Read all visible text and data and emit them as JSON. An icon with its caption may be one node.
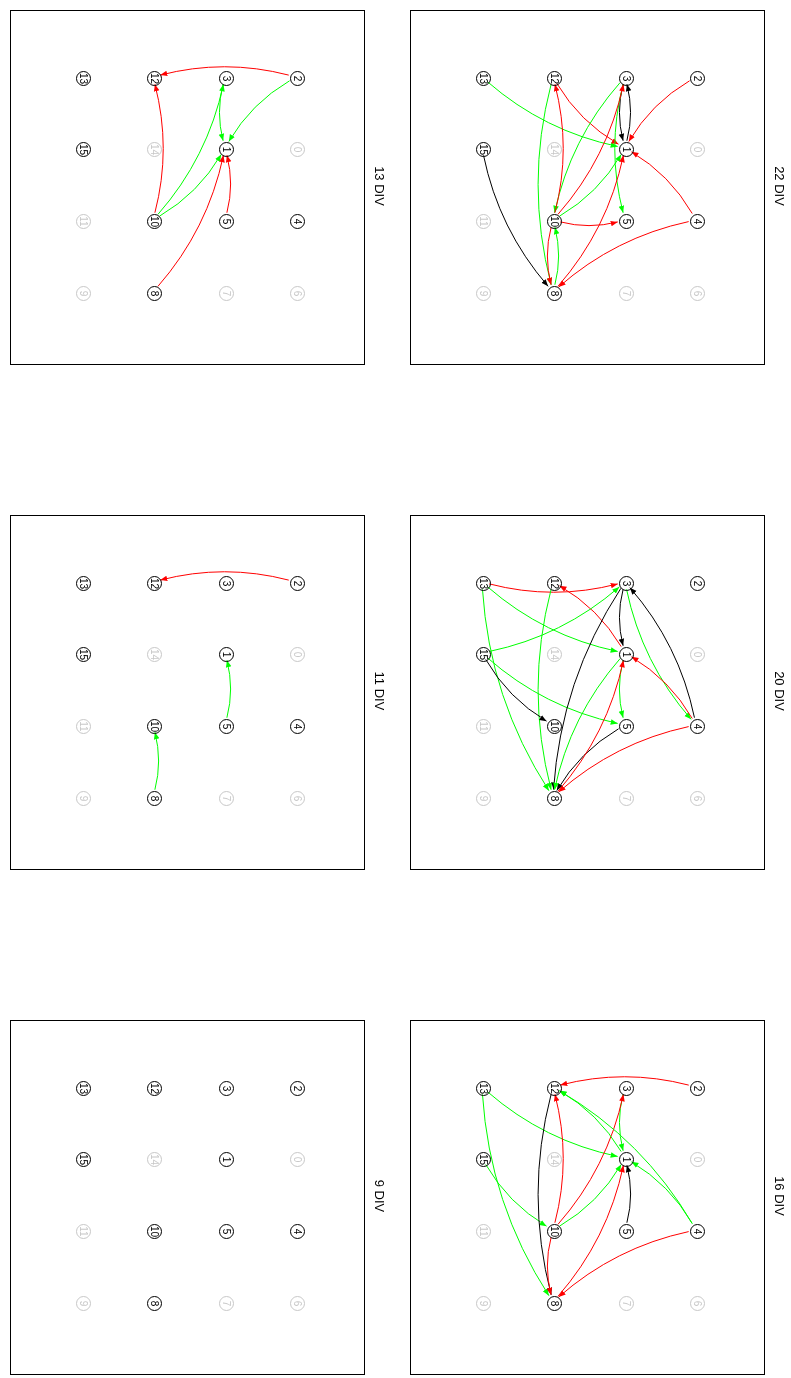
{
  "diagram": {
    "nodes": [
      {
        "text": [
          "13 DIV"
        ]
      },
      {
        "text": [
          "13"
        ],
        "in": 0
      },
      {
        "text": [
          "12"
        ],
        "in": 0
      },
      {
        "text": [
          "3"
        ],
        "in": 0
      },
      {
        "text": [
          "2"
        ],
        "in": 0
      },
      {
        "text": [
          "15"
        ],
        "in": 0
      },
      {
        "text": [
          "14"
        ],
        "in": 0
      },
      {
        "text": [
          "1"
        ],
        "in": 0
      },
      {
        "text": [
          "0"
        ],
        "in": 0
      },
      {
        "text": [
          "11"
        ],
        "in": 0
      },
      {
        "text": [
          "10"
        ],
        "in": 0
      },
      {
        "text": [
          "5"
        ],
        "in": 0
      },
      {
        "text": [
          "4"
        ],
        "in": 0
      },
      {
        "text": [
          "9"
        ],
        "in": 0
      },
      {
        "text": [
          "8"
        ],
        "in": 0
      },
      {
        "text": [
          "7"
        ],
        "in": 0
      },
      {
        "text": [
          "6"
        ],
        "in": 0
      },
      {
        "text": [
          "22 DIV"
        ]
      },
      {
        "text": [
          "13"
        ],
        "in": 17
      },
      {
        "text": [
          "12"
        ],
        "in": 17
      },
      {
        "text": [
          "3"
        ],
        "in": 17
      },
      {
        "text": [
          "2"
        ],
        "in": 17
      },
      {
        "text": [
          "15"
        ],
        "in": 17
      },
      {
        "text": [
          "14"
        ],
        "in": 17
      },
      {
        "text": [
          "1"
        ],
        "in": 17
      },
      {
        "text": [
          "0"
        ],
        "in": 17
      },
      {
        "text": [
          "11"
        ],
        "in": 17
      },
      {
        "text": [
          "10"
        ],
        "in": 17
      },
      {
        "text": [
          "5"
        ],
        "in": 17
      },
      {
        "text": [
          "4"
        ],
        "in": 17
      },
      {
        "text": [
          "9"
        ],
        "in": 17
      },
      {
        "text": [
          "8"
        ],
        "in": 17
      },
      {
        "text": [
          "7"
        ],
        "in": 17
      },
      {
        "text": [
          "6"
        ],
        "in": 17
      },
      {
        "text": [
          "11 DIV"
        ]
      },
      {
        "text": [
          "13"
        ],
        "in": 34
      },
      {
        "text": [
          "12"
        ],
        "in": 34
      },
      {
        "text": [
          "3"
        ],
        "in": 34
      },
      {
        "text": [
          "2"
        ],
        "in": 34
      },
      {
        "text": [
          "15"
        ],
        "in": 34
      },
      {
        "text": [
          "14"
        ],
        "in": 34
      },
      {
        "text": [
          "1"
        ],
        "in": 34
      },
      {
        "text": [
          "0"
        ],
        "in": 34
      },
      {
        "text": [
          "11"
        ],
        "in": 34
      },
      {
        "text": [
          "10"
        ],
        "in": 34
      },
      {
        "text": [
          "5"
        ],
        "in": 34
      },
      {
        "text": [
          "4"
        ],
        "in": 34
      },
      {
        "text": [
          "9"
        ],
        "in": 34
      },
      {
        "text": [
          "8"
        ],
        "in": 34
      },
      {
        "text": [
          "7"
        ],
        "in": 34
      },
      {
        "text": [
          "6"
        ],
        "in": 34
      },
      {
        "text": [
          "20 DIV"
        ]
      },
      {
        "text": [
          "13"
        ],
        "in": 51
      },
      {
        "text": [
          "12"
        ],
        "in": 51
      },
      {
        "text": [
          "3"
        ],
        "in": 51
      },
      {
        "text": [
          "2"
        ],
        "in": 51
      },
      {
        "text": [
          "15"
        ],
        "in": 51
      },
      {
        "text": [
          "14"
        ],
        "in": 51
      },
      {
        "text": [
          "1"
        ],
        "in": 51
      },
      {
        "text": [
          "0"
        ],
        "in": 51
      },
      {
        "text": [
          "11"
        ],
        "in": 51
      },
      {
        "text": [
          "10"
        ],
        "in": 51
      },
      {
        "text": [
          "5"
        ],
        "in": 51
      },
      {
        "text": [
          "4"
        ],
        "in": 51
      },
      {
        "text": [
          "9"
        ],
        "in": 51
      },
      {
        "text": [
          "8"
        ],
        "in": 51
      },
      {
        "text": [
          "7"
        ],
        "in": 51
      },
      {
        "text": [
          "6"
        ],
        "in": 51
      },
      {
        "text": [
          "9 DIV"
        ]
      },
      {
        "text": [
          "13"
        ],
        "in": 68
      },
      {
        "text": [
          "12"
        ],
        "in": 68
      },
      {
        "text": [
          "3"
        ],
        "in": 68
      },
      {
        "text": [
          "2"
        ],
        "in": 68
      },
      {
        "text": [
          "15"
        ],
        "in": 68
      },
      {
        "text": [
          "14"
        ],
        "in": 68
      },
      {
        "text": [
          "1"
        ],
        "in": 68
      },
      {
        "text": [
          "0"
        ],
        "in": 68
      },
      {
        "text": [
          "11"
        ],
        "in": 68
      },
      {
        "text": [
          "10"
        ],
        "in": 68
      },
      {
        "text": [
          "5"
        ],
        "in": 68
      },
      {
        "text": [
          "4"
        ],
        "in": 68
      },
      {
        "text": [
          "9"
        ],
        "in": 68
      },
      {
        "text": [
          "8"
        ],
        "in": 68
      },
      {
        "text": [
          "7"
        ],
        "in": 68
      },
      {
        "text": [
          "6"
        ],
        "in": 68
      },
      {
        "text": [
          "16 DIV"
        ]
      },
      {
        "text": [
          "13"
        ],
        "in": 85
      },
      {
        "text": [
          "12"
        ],
        "in": 85
      },
      {
        "text": [
          "3"
        ],
        "in": 85
      },
      {
        "text": [
          "2"
        ],
        "in": 85
      },
      {
        "text": [
          "15"
        ],
        "in": 85
      },
      {
        "text": [
          "14"
        ],
        "in": 85
      },
      {
        "text": [
          "1"
        ],
        "in": 85
      },
      {
        "text": [
          "0"
        ],
        "in": 85
      },
      {
        "text": [
          "11"
        ],
        "in": 85
      },
      {
        "text": [
          "10"
        ],
        "in": 85
      },
      {
        "text": [
          "5"
        ],
        "in": 85
      },
      {
        "text": [
          "4"
        ],
        "in": 85
      },
      {
        "text": [
          "9"
        ],
        "in": 85
      },
      {
        "text": [
          "8"
        ],
        "in": 85
      },
      {
        "text": [
          "7"
        ],
        "in": 85
      },
      {
        "text": [
          "6"
        ],
        "in": 85
      }
    ],
    "edges": [
      {
        "from": 4,
        "to": 2,
        "arrow": "to",
        "color": "#ff0000"
      },
      {
        "from": 10,
        "to": 2,
        "arrow": "to",
        "color": "#ff0000"
      },
      {
        "from": 10,
        "to": 3,
        "arrow": "to"
      },
      {
        "from": 10,
        "to": 7,
        "arrow": "to"
      },
      {
        "from": 3,
        "to": 7,
        "arrow": "to"
      },
      {
        "from": 4,
        "to": 7,
        "arrow": "to"
      },
      {
        "from": 14,
        "to": 7,
        "arrow": "to",
        "color": "#ff0000"
      },
      {
        "from": 11,
        "to": 7,
        "arrow": "to",
        "color": "#ff0000"
      },
      {
        "from": 18,
        "to": 24,
        "arrow": "to"
      },
      {
        "from": 19,
        "to": 24,
        "arrow": "to",
        "color": "#ff0000"
      },
      {
        "from": 19,
        "to": 31,
        "arrow": "to"
      },
      {
        "from": 21,
        "to": 24,
        "arrow": "to",
        "color": "#ff0000"
      },
      {
        "from": 20,
        "to": 24,
        "arrow": "to",
        "color": "#000000"
      },
      {
        "from": 24,
        "to": 20,
        "arrow": "to",
        "color": "#000000"
      },
      {
        "from": 20,
        "to": 28,
        "arrow": "to"
      },
      {
        "from": 27,
        "to": 20,
        "arrow": "to",
        "color": "#ff0000"
      },
      {
        "from": 20,
        "to": 27,
        "arrow": "to"
      },
      {
        "from": 27,
        "to": 24,
        "arrow": "to"
      },
      {
        "from": 27,
        "to": 28,
        "arrow": "to",
        "color": "#ff0000"
      },
      {
        "from": 27,
        "to": 19,
        "arrow": "to",
        "color": "#ff0000"
      },
      {
        "from": 27,
        "to": 31,
        "arrow": "to",
        "color": "#ff0000"
      },
      {
        "from": 31,
        "to": 27,
        "arrow": "to"
      },
      {
        "from": 31,
        "to": 24,
        "arrow": "to",
        "color": "#ff0000"
      },
      {
        "from": 29,
        "to": 24,
        "arrow": "to",
        "color": "#ff0000"
      },
      {
        "from": 29,
        "to": 31,
        "arrow": "to",
        "color": "#ff0000"
      },
      {
        "from": 22,
        "to": 31,
        "arrow": "to",
        "color": "#000000"
      },
      {
        "from": 38,
        "to": 36,
        "arrow": "to",
        "color": "#ff0000"
      },
      {
        "from": 45,
        "to": 41,
        "arrow": "to"
      },
      {
        "from": 48,
        "to": 44,
        "arrow": "to"
      },
      {
        "from": 52,
        "to": 54,
        "arrow": "to",
        "color": "#ff0000"
      },
      {
        "from": 52,
        "to": 58,
        "arrow": "to"
      },
      {
        "from": 52,
        "to": 65,
        "arrow": "to"
      },
      {
        "from": 53,
        "to": 65,
        "arrow": "to"
      },
      {
        "from": 58,
        "to": 53,
        "arrow": "to",
        "color": "#ff0000"
      },
      {
        "from": 56,
        "to": 54,
        "arrow": "to"
      },
      {
        "from": 56,
        "to": 61,
        "arrow": "to",
        "color": "#000000"
      },
      {
        "from": 56,
        "to": 62,
        "arrow": "to"
      },
      {
        "from": 54,
        "to": 58,
        "arrow": "to",
        "color": "#000000"
      },
      {
        "from": 54,
        "to": 65,
        "arrow": "to",
        "color": "#000000"
      },
      {
        "from": 63,
        "to": 54,
        "arrow": "to",
        "color": "#000000"
      },
      {
        "from": 54,
        "to": 63,
        "arrow": "to"
      },
      {
        "from": 63,
        "to": 58,
        "arrow": "to",
        "color": "#ff0000"
      },
      {
        "from": 63,
        "to": 65,
        "arrow": "to",
        "color": "#ff0000"
      },
      {
        "from": 58,
        "to": 62,
        "arrow": "to"
      },
      {
        "from": 62,
        "to": 65,
        "arrow": "to",
        "color": "#000000"
      },
      {
        "from": 65,
        "to": 58,
        "arrow": "to",
        "color": "#ff0000"
      },
      {
        "from": 58,
        "to": 65,
        "arrow": "to"
      },
      {
        "from": 89,
        "to": 87,
        "arrow": "to",
        "color": "#ff0000"
      },
      {
        "from": 88,
        "to": 92,
        "arrow": "to"
      },
      {
        "from": 86,
        "to": 92,
        "arrow": "to"
      },
      {
        "from": 86,
        "to": 99,
        "arrow": "to"
      },
      {
        "from": 90,
        "to": 95,
        "arrow": "to"
      },
      {
        "from": 95,
        "to": 87,
        "arrow": "to",
        "color": "#ff0000"
      },
      {
        "from": 95,
        "to": 88,
        "arrow": "to",
        "color": "#ff0000"
      },
      {
        "from": 95,
        "to": 92,
        "arrow": "to"
      },
      {
        "from": 87,
        "to": 99,
        "arrow": "to",
        "color": "#000000"
      },
      {
        "from": 95,
        "to": 99,
        "arrow": "to",
        "color": "#ff0000"
      },
      {
        "from": 99,
        "to": 92,
        "arrow": "to",
        "color": "#ff0000"
      },
      {
        "from": 97,
        "to": 99,
        "arrow": "to",
        "color": "#ff0000"
      },
      {
        "from": 97,
        "to": 87,
        "arrow": "to"
      },
      {
        "from": 97,
        "to": 92,
        "arrow": "to"
      },
      {
        "from": 92,
        "to": 87,
        "arrow": "to"
      },
      {
        "from": 96,
        "to": 92,
        "arrow": "to",
        "color": "#000000"
      }
    ]
  }
}
